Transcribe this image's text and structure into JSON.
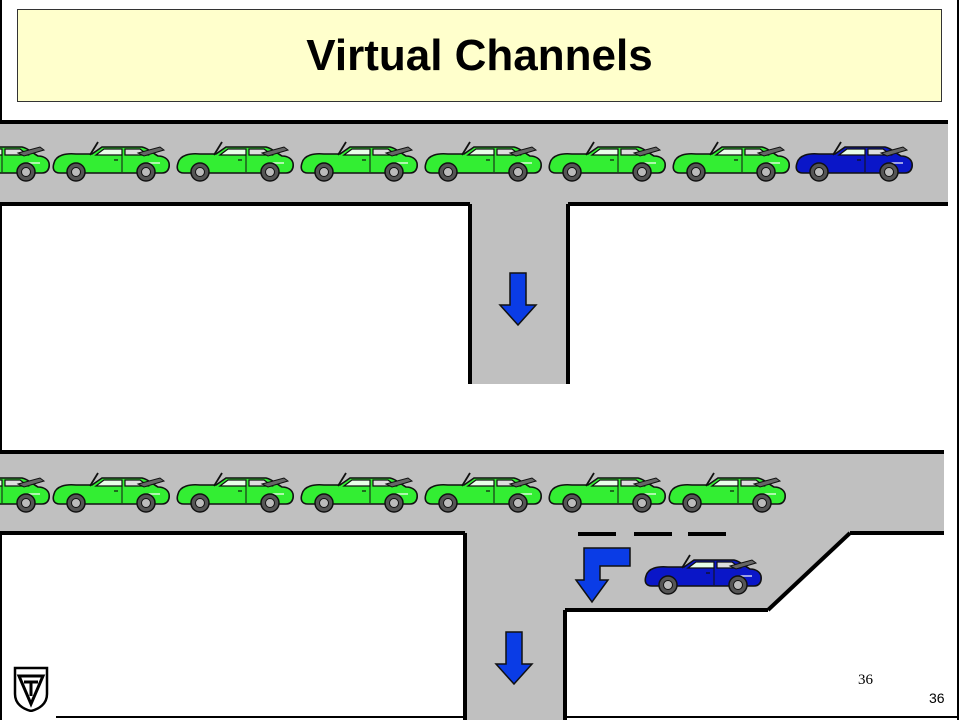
{
  "slide": {
    "title": "Virtual Channels",
    "page_number_slide": "36",
    "page_number_footer": "36"
  },
  "colors": {
    "road": "#c0c0c0",
    "title_fill": "#ffffcc",
    "car_green": "#33ee33",
    "car_blue": "#0a16c8",
    "arrow_blue": "#0a3ce6"
  },
  "diagram": {
    "top_scene": {
      "lane": "single lane feeding a side branch",
      "cars": [
        "green",
        "green",
        "green",
        "green",
        "green",
        "green",
        "green",
        "blue"
      ],
      "arrow": "arrow-down"
    },
    "bottom_scene": {
      "lane": "main lane with a separate virtual-channel lane",
      "main_lane_cars": [
        "green",
        "green",
        "green",
        "green",
        "green",
        "green",
        "green"
      ],
      "side_lane_cars": [
        "blue"
      ],
      "arrows": [
        "arrow-turn-down-left",
        "arrow-down"
      ]
    }
  },
  "icons": {
    "logo": "technion-logo-icon"
  }
}
